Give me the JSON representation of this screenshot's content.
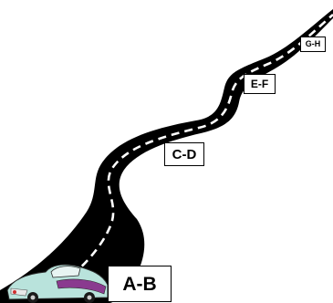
{
  "milestones": {
    "ab": "A-B",
    "cd": "C-D",
    "ef": "E-F",
    "gh": "G-H"
  },
  "colors": {
    "road": "#000000",
    "road_markings": "#ffffff",
    "background": "#ffffff",
    "car_body": "#b9e3dc",
    "car_accent": "#8a3a8f"
  }
}
